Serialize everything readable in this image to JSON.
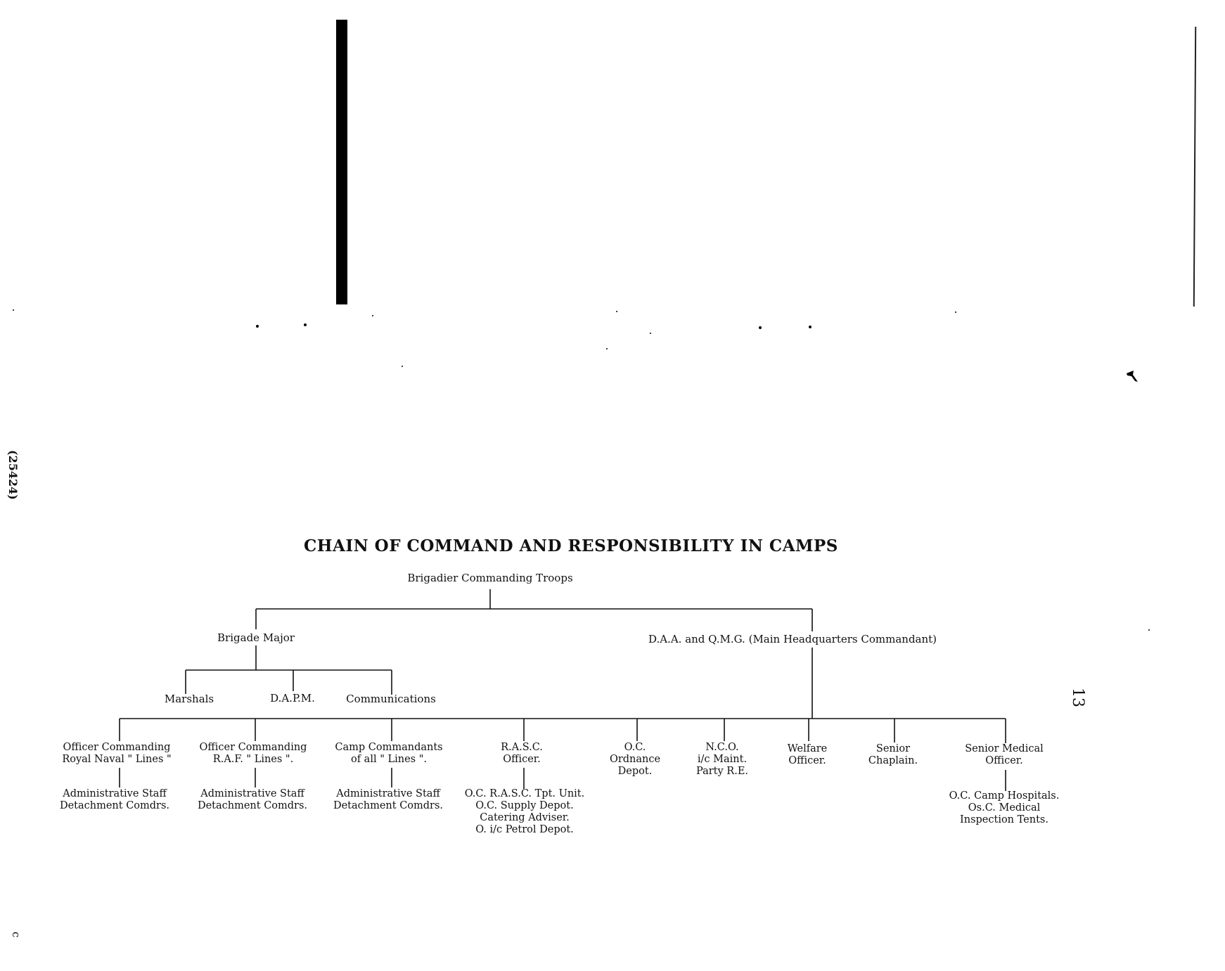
{
  "title": "CHAIN OF COMMAND AND RESPONSIBILITY IN CAMPS",
  "page_number": "13",
  "side_code": "(25424)",
  "corner_mark": "c",
  "nodes": {
    "brigadier": "Brigadier Commanding Troops",
    "brigade_major": "Brigade Major",
    "daa_qmg": "D.A.A. and Q.M.G. (Main Headquarters Commandant)",
    "marshals": "Marshals",
    "dapm": "D.A.P.M.",
    "communications": "Communications",
    "oc_naval": [
      "Officer Commanding",
      "Royal Naval \" Lines \""
    ],
    "oc_raf": [
      "Officer Commanding",
      "R.A.F. \" Lines \"."
    ],
    "camp_commandants": [
      "Camp Commandants",
      "of all \" Lines \"."
    ],
    "rasc": [
      "R.A.S.C.",
      "Officer."
    ],
    "oc_ordnance": [
      "O.C.",
      "Ordnance",
      "Depot."
    ],
    "nco": [
      "N.C.O.",
      "i/c Maint.",
      "Party R.E."
    ],
    "welfare": [
      "Welfare",
      "Officer."
    ],
    "chaplain": [
      "Senior",
      "Chaplain."
    ],
    "medical": [
      "Senior Medical",
      "Officer."
    ],
    "admin_naval": [
      "Administrative Staff",
      "Detachment Comdrs."
    ],
    "admin_raf": [
      "Administrative Staff",
      "Detachment Comdrs."
    ],
    "admin_camp": [
      "Administrative Staff",
      "Detachment Comdrs."
    ],
    "rasc_sub": [
      "O.C. R.A.S.C. Tpt. Unit.",
      "O.C. Supply Depot.",
      "Catering Adviser.",
      "O. i/c Petrol Depot."
    ],
    "medical_sub": [
      "O.C. Camp Hospitals.",
      "Os.C. Medical",
      "Inspection Tents."
    ]
  }
}
